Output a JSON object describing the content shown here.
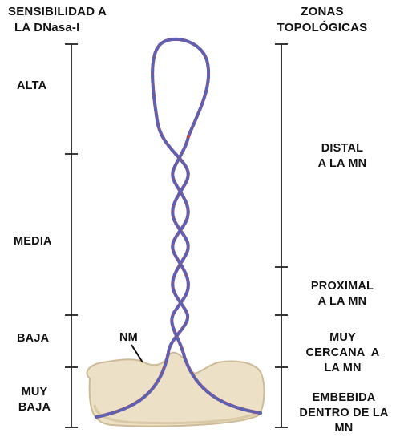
{
  "left_header": {
    "line1": "SENSIBILIDAD A",
    "line2": "LA DNasa-I"
  },
  "right_header": {
    "line1": "ZONAS",
    "line2": "TOPOLÓGICAS"
  },
  "sensitivity": {
    "alta": "ALTA",
    "media": "MEDIA",
    "baja": "BAJA",
    "muy_baja": {
      "line1": "MUY",
      "line2": "BAJA"
    }
  },
  "zones": {
    "distal": {
      "line1": "DISTAL",
      "line2": "A LA MN"
    },
    "proximal": {
      "line1": "PROXIMAL",
      "line2": "A LA MN"
    },
    "muy_cercana": {
      "line1": "MUY",
      "line2": "CERCANA  A",
      "line3": "LA MN"
    },
    "embebida": {
      "line1": "EMBEBIDA",
      "line2": "DENTRO DE LA",
      "line3": "MN"
    }
  },
  "nm_label": "NM",
  "colors": {
    "matrix_fill": "#ece0c6",
    "matrix_shadow": "#cdbb97",
    "dna_red": "#c8403c",
    "dna_blue": "#5a62b8",
    "axis": "#222222"
  }
}
